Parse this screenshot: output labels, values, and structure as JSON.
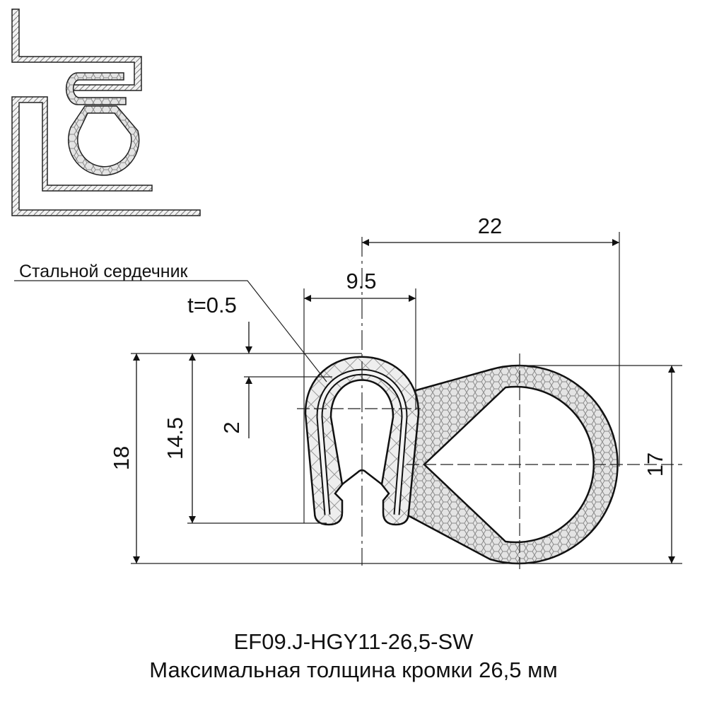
{
  "drawing": {
    "dimensions": {
      "overall_width": "22",
      "clip_width": "9.5",
      "total_height": "18",
      "clip_height": "14.5",
      "core_offset": "2",
      "core_thickness": "t=0.5",
      "bulb_height": "17"
    },
    "callout": "Стальной сердечник",
    "colors": {
      "line": "#111111",
      "fill": "#e6e6e6",
      "hatch": "#777777"
    }
  },
  "caption": {
    "part_number": "EF09.J-HGY11-26,5-SW",
    "description": "Максимальная толщина кромки 26,5 мм"
  }
}
